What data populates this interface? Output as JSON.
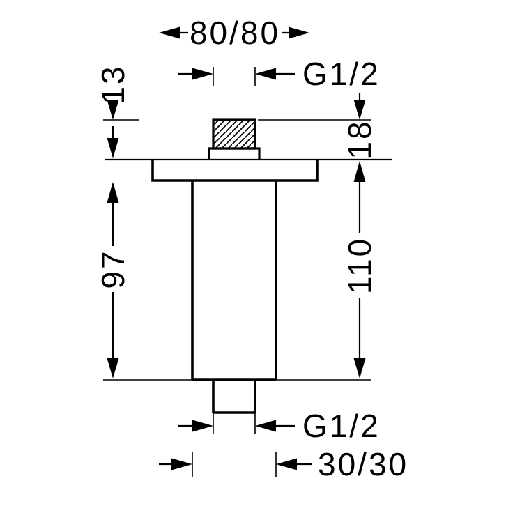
{
  "drawing": {
    "line_color": "#000000",
    "background_color": "#ffffff",
    "labels": {
      "top_width": "80/80",
      "top_thread": "G1/2",
      "thread_height": "13",
      "stub_height": "18",
      "pipe_length": "97",
      "total_length": "110",
      "bottom_thread": "G1/2",
      "bottom_width": "30/30"
    }
  }
}
